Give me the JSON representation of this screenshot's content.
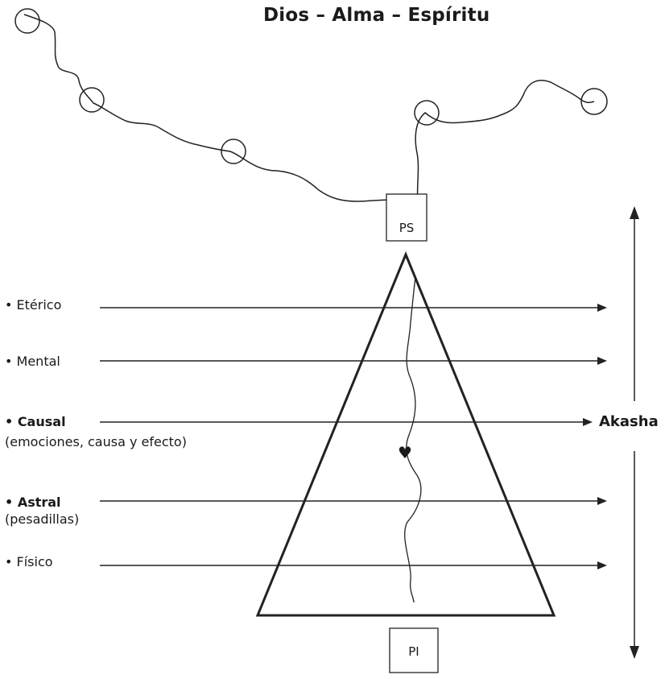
{
  "title": "Dios – Alma – Espíritu",
  "boxes": {
    "top": "PS",
    "bottom": "PI"
  },
  "side_label": "Akasha",
  "planes": [
    {
      "bullet": "•",
      "name": "Etérico",
      "bold": false,
      "note": ""
    },
    {
      "bullet": "•",
      "name": "Mental",
      "bold": false,
      "note": ""
    },
    {
      "bullet": "•",
      "name": "Causal",
      "bold": true,
      "note": "(emociones, causa y efecto)"
    },
    {
      "bullet": "•",
      "name": "Astral",
      "bold": true,
      "note": "(pesadillas)"
    },
    {
      "bullet": "•",
      "name": "Físico",
      "bold": false,
      "note": ""
    }
  ],
  "heart_symbol": "♥"
}
